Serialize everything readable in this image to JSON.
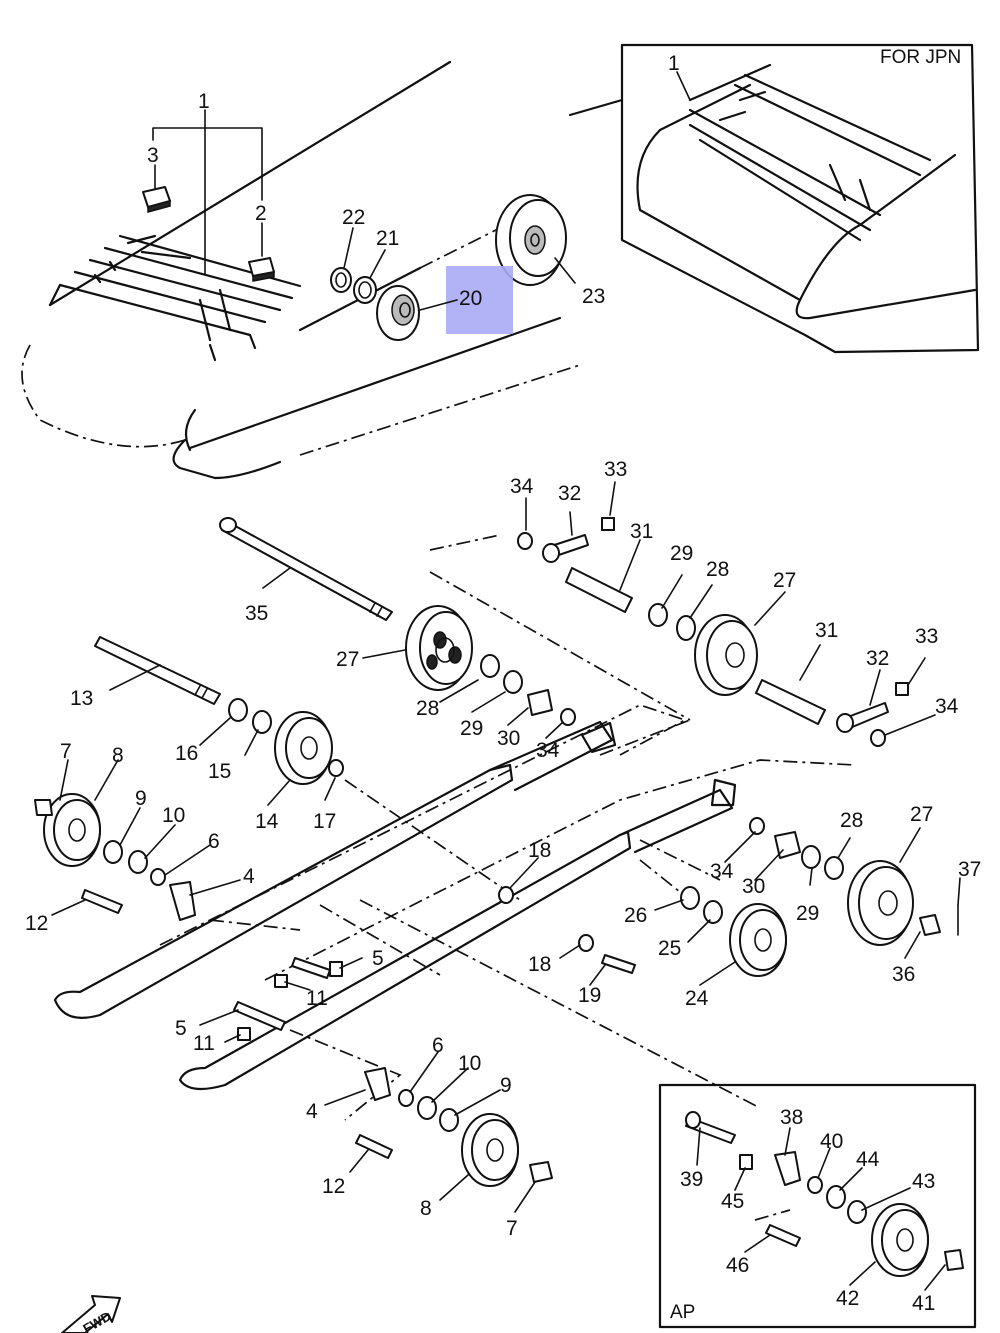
{
  "diagram": {
    "highlight_color": "#aaaaf5",
    "inset_top": {
      "label": "FOR JPN",
      "callouts": [
        "1"
      ]
    },
    "inset_bottom": {
      "label": "AP",
      "callouts": [
        "38",
        "39",
        "40",
        "41",
        "42",
        "43",
        "44",
        "45",
        "46"
      ]
    },
    "fwd_label": "FWD",
    "highlighted_callout": "20",
    "callouts": [
      "1",
      "2",
      "3",
      "4",
      "5",
      "6",
      "7",
      "8",
      "9",
      "10",
      "11",
      "12",
      "13",
      "14",
      "15",
      "16",
      "17",
      "18",
      "19",
      "20",
      "21",
      "22",
      "23",
      "24",
      "25",
      "26",
      "27",
      "28",
      "29",
      "30",
      "31",
      "32",
      "33",
      "34",
      "35",
      "36",
      "37"
    ]
  }
}
